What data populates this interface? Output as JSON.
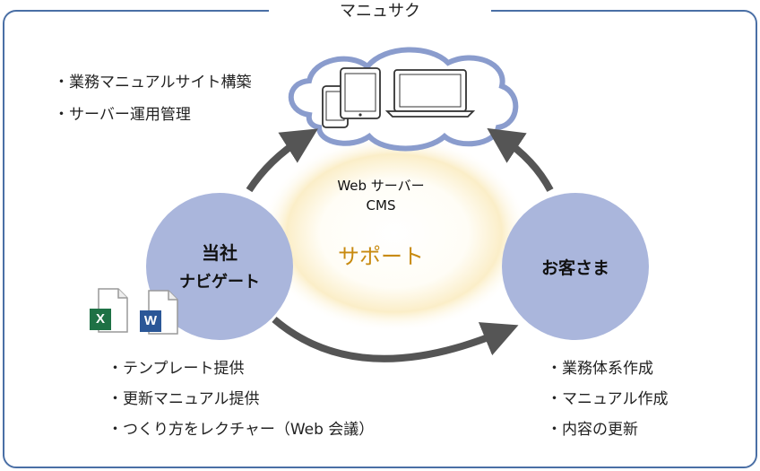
{
  "title": "マニュサク",
  "cloud": {
    "items": [
      "・業務マニュアルサイト構築",
      "・サーバー運用管理"
    ],
    "devices": [
      "smartphone-icon",
      "tablet-icon",
      "laptop-icon"
    ]
  },
  "center": {
    "server_line1": "Web サーバー",
    "server_line2": "CMS",
    "support": "サポート"
  },
  "left_circle": {
    "line1": "当社",
    "line2": "ナビゲート"
  },
  "right_circle": {
    "line1": "お客さま"
  },
  "left_items": [
    "・テンプレート提供",
    "・更新マニュアル提供",
    "・つくり方をレクチャー（Web 会議）"
  ],
  "right_items": [
    "・業務体系作成",
    "・マニュアル作成",
    "・内容の更新"
  ],
  "file_icons": [
    {
      "name": "excel",
      "letter": "X",
      "color": "#1e7145"
    },
    {
      "name": "word",
      "letter": "W",
      "color": "#2b5797"
    }
  ],
  "colors": {
    "frame": "#4a6fa5",
    "circle": "#aab6dc",
    "cloud_stroke": "#8a9ccd",
    "arrow": "#555555",
    "glow": "#f6d98a",
    "support_text": "#c88a10"
  }
}
